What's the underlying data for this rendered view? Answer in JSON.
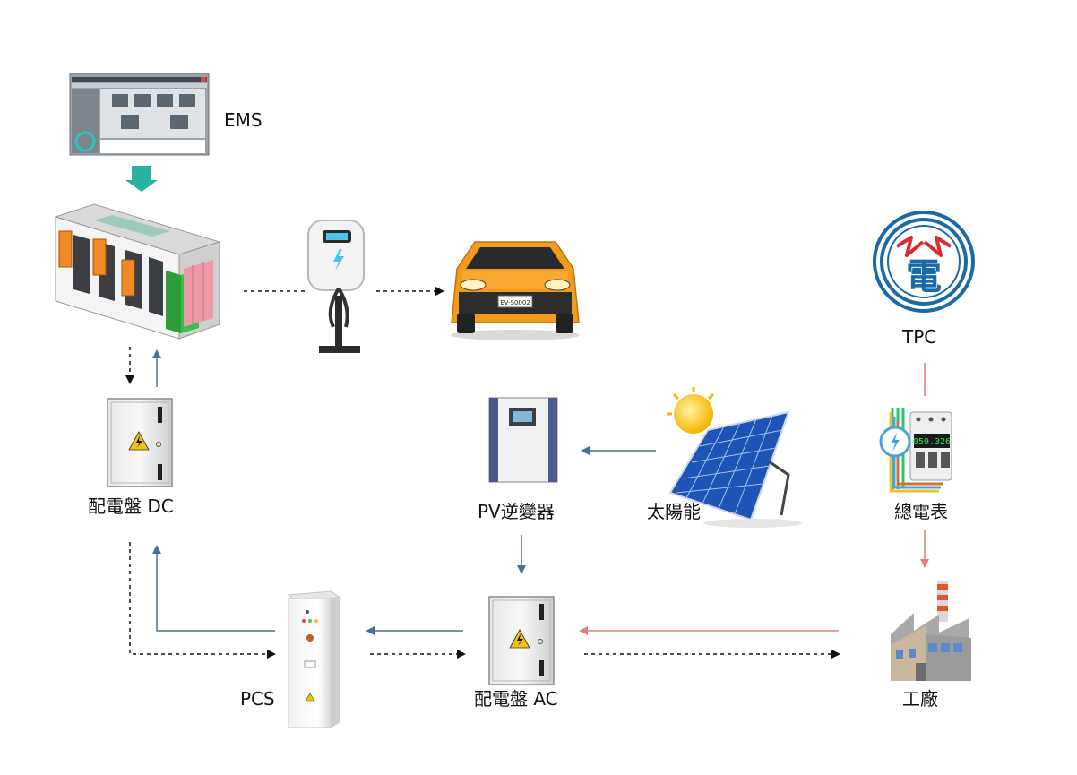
{
  "labels": {
    "ems": "EMS",
    "dc_panel": "配電盤 DC",
    "pv_inverter": "PV逆變器",
    "solar": "太陽能",
    "tpc": "TPC",
    "main_meter": "總電表",
    "pcs": "PCS",
    "ac_panel": "配電盤 AC",
    "factory": "工廠"
  },
  "car_plate": "EV-S0002",
  "meter_reading": "059.326",
  "tpc_logo_char": "電",
  "colors": {
    "flow_blue": "#4a6f9c",
    "flow_red": "#e67a80",
    "flow_dashed": "#111111",
    "ems_arrow": "#26b3a0",
    "car_orange": "#f39c1c",
    "tpc_blue": "#1a6aa6",
    "tpc_red": "#d92d2d",
    "panel_gray": "#d9d9d9",
    "solar_blue": "#1d54b5",
    "battery_green": "#2e9d3a",
    "battery_pink": "#ee9aa6"
  }
}
